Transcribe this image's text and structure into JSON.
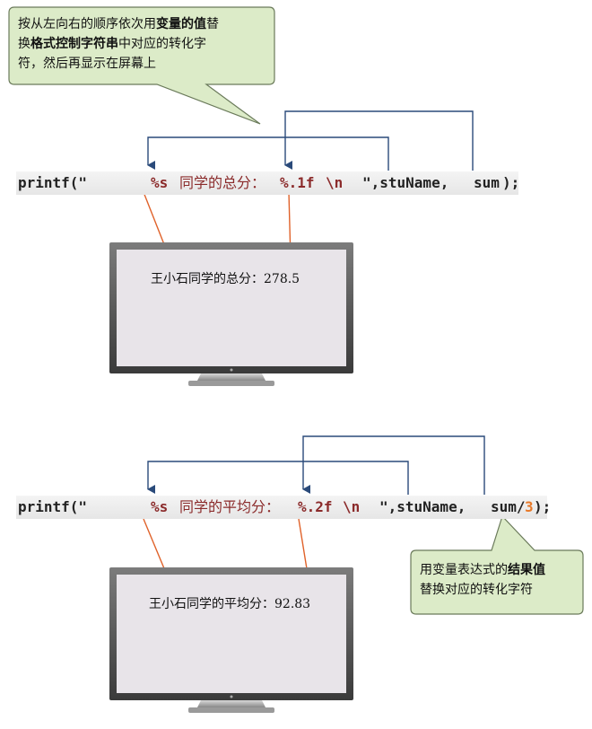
{
  "callout1": {
    "line1_pre": "按从左向右的顺序依次用",
    "line1_bold": "变量的值",
    "line1_post": "替",
    "line2_pre": "换",
    "line2_bold": "格式控制字符串",
    "line2_post": "中对应的转化字",
    "line3": "符，然后再显示在屏幕上"
  },
  "code1": {
    "prefix": "printf(\"",
    "spec1": "%s",
    "text": "同学的总分：",
    "spec2": "%.1f",
    "esc": "\\n",
    "suffix": "\",stuName,",
    "arg2": "sum",
    "end": ");"
  },
  "screen1": {
    "output": "王小石同学的总分：278.5"
  },
  "code2": {
    "prefix": "printf(\"",
    "spec1": "%s",
    "text": "同学的平均分：",
    "spec2": "%.2f",
    "esc": "\\n",
    "suffix": "\",stuName,",
    "arg2": "sum/",
    "divisor": "3",
    "end": ");"
  },
  "screen2": {
    "output": "王小石同学的平均分：92.83"
  },
  "callout2": {
    "line1_pre": "用变量表达式的",
    "line1_bold": "结果值",
    "line2": "替换对应的转化字符"
  },
  "colors": {
    "arrow_blue": "#2a4a7a",
    "arrow_orange": "#e0622a",
    "callout_fill": "#dcebc8",
    "callout_stroke": "#6a7a5a",
    "spec_color": "#8b2b2b"
  }
}
